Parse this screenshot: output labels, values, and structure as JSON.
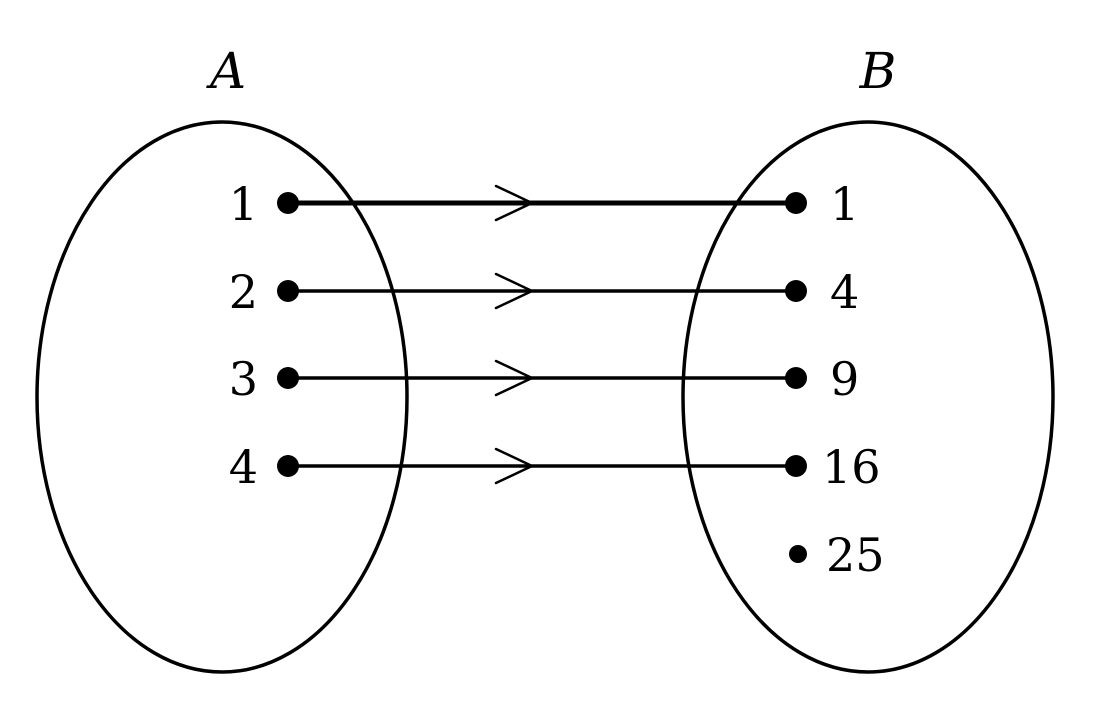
{
  "sets": {
    "A": {
      "label": "A",
      "elements": [
        "1",
        "2",
        "3",
        "4"
      ]
    },
    "B": {
      "label": "B",
      "elements": [
        "1",
        "4",
        "9",
        "16",
        "25"
      ]
    }
  },
  "mappings": [
    {
      "from": "1",
      "to": "1"
    },
    {
      "from": "2",
      "to": "4"
    },
    {
      "from": "3",
      "to": "9"
    },
    {
      "from": "4",
      "to": "16"
    }
  ]
}
